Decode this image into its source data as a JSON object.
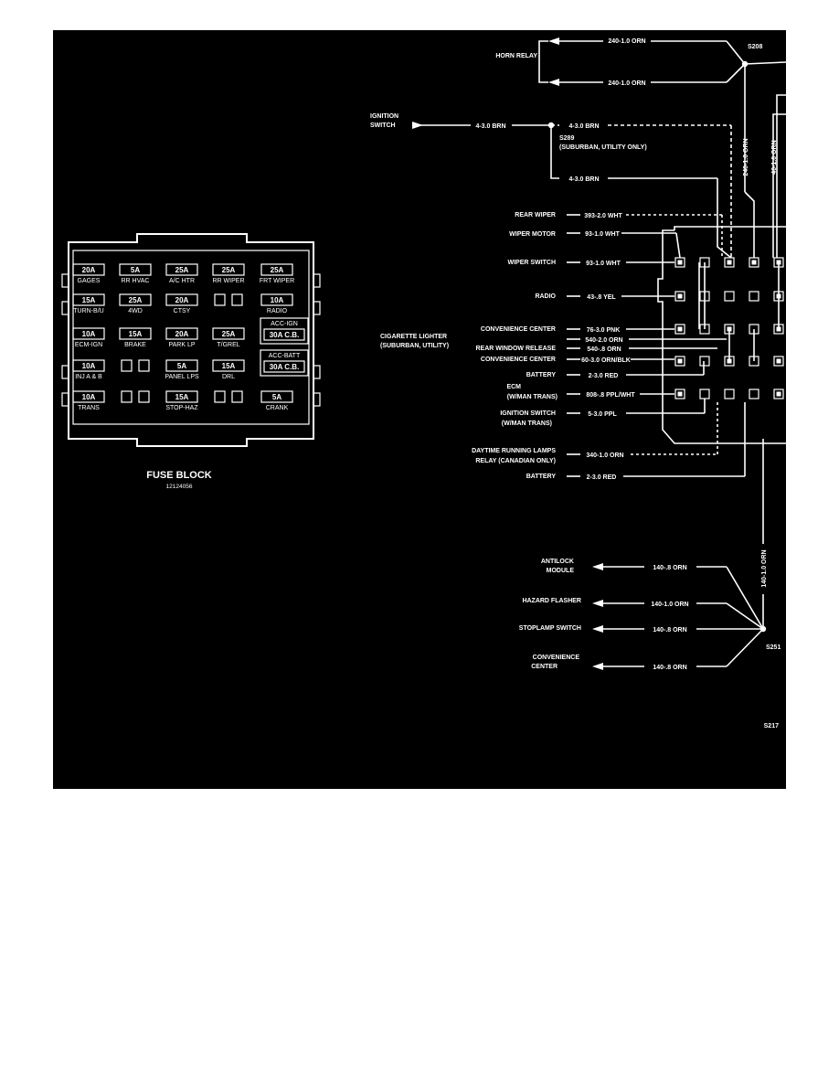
{
  "colors": {
    "background": "#000000",
    "line": "#ffffff",
    "page": "#ffffff"
  },
  "fuse_block": {
    "title": "FUSE BLOCK",
    "part_number": "12124056",
    "rows": [
      [
        {
          "rating": "20A",
          "name": "GAGES"
        },
        {
          "rating": "5A",
          "name": "RR HVAC"
        },
        {
          "rating": "25A",
          "name": "A/C HTR"
        },
        {
          "rating": "25A",
          "name": "RR WIPER"
        },
        {
          "rating": "25A",
          "name": "FRT WIPER"
        }
      ],
      [
        {
          "rating": "15A",
          "name": "TURN-B/U"
        },
        {
          "rating": "25A",
          "name": "4WD"
        },
        {
          "rating": "20A",
          "name": "CTSY"
        },
        {
          "rating": "",
          "name": ""
        },
        {
          "rating": "10A",
          "name": "RADIO"
        }
      ],
      [
        {
          "rating": "10A",
          "name": "ECM-IGN"
        },
        {
          "rating": "15A",
          "name": "BRAKE"
        },
        {
          "rating": "20A",
          "name": "PARK LP"
        },
        {
          "rating": "25A",
          "name": "T/GREL"
        },
        {
          "rating": "",
          "name": ""
        }
      ],
      [
        {
          "rating": "10A",
          "name": "INJ A & B"
        },
        {
          "rating": "",
          "name": ""
        },
        {
          "rating": "5A",
          "name": "PANEL LPS"
        },
        {
          "rating": "15A",
          "name": "DRL"
        },
        {
          "rating": "",
          "name": ""
        }
      ],
      [
        {
          "rating": "10A",
          "name": "TRANS"
        },
        {
          "rating": "",
          "name": ""
        },
        {
          "rating": "15A",
          "name": "STOP-HAZ"
        },
        {
          "rating": "",
          "name": ""
        },
        {
          "rating": "5A",
          "name": "CRANK"
        }
      ]
    ],
    "breakers": [
      {
        "label": "ACC-IGN",
        "rating": "30A C.B."
      },
      {
        "label": "ACC-BATT",
        "rating": "30A C.B."
      }
    ]
  },
  "left_labels": [
    "HORN RELAY",
    "IGNITION",
    "SWITCH",
    "REAR WIPER",
    "WIPER MOTOR",
    "WIPER SWITCH",
    "RADIO",
    "CONVENIENCE CENTER",
    "CIGARETTE LIGHTER",
    "(SUBURBAN, UTILITY)",
    "REAR WINDOW RELEASE",
    "CONVENIENCE CENTER",
    "BATTERY",
    "ECM",
    "(W/MAN TRANS)",
    "IGNITION SWITCH",
    "(W/MAN TRANS)",
    "DAYTIME RUNNING LAMPS",
    "RELAY (CANADIAN ONLY)",
    "BATTERY",
    "ANTILOCK",
    "MODULE",
    "HAZARD FLASHER",
    "STOPLAMP SWITCH",
    "CONVENIENCE",
    "CENTER"
  ],
  "wire_labels": [
    "240-1.0 ORN",
    "240-1.0 ORN",
    "4-3.0 BRN",
    "4-3.0 BRN",
    "4-3.0 BRN",
    "393-2.0 WHT",
    "93-1.0 WHT",
    "93-1.0 WHT",
    "43-.8 YEL",
    "76-3.0 PNK",
    "540-2.0 ORN",
    "540-.8 ORN",
    "60-3.0 ORN/BLK",
    "2-3.0 RED",
    "808-.8 PPL/WHT",
    "5-3.0 PPL",
    "340-1.0 ORN",
    "2-3.0 RED",
    "140-.8 ORN",
    "140-1.0 ORN",
    "140-.8 ORN",
    "140-.8 ORN",
    "240-1.0 ORN",
    "40-1.0 ORN",
    "140-1.0 ORN"
  ],
  "splices": [
    {
      "name": "S208"
    },
    {
      "name": "S289",
      "note": "(SUBURBAN, UTILITY ONLY)"
    },
    {
      "name": "S251"
    }
  ],
  "diagram_id": "S217"
}
